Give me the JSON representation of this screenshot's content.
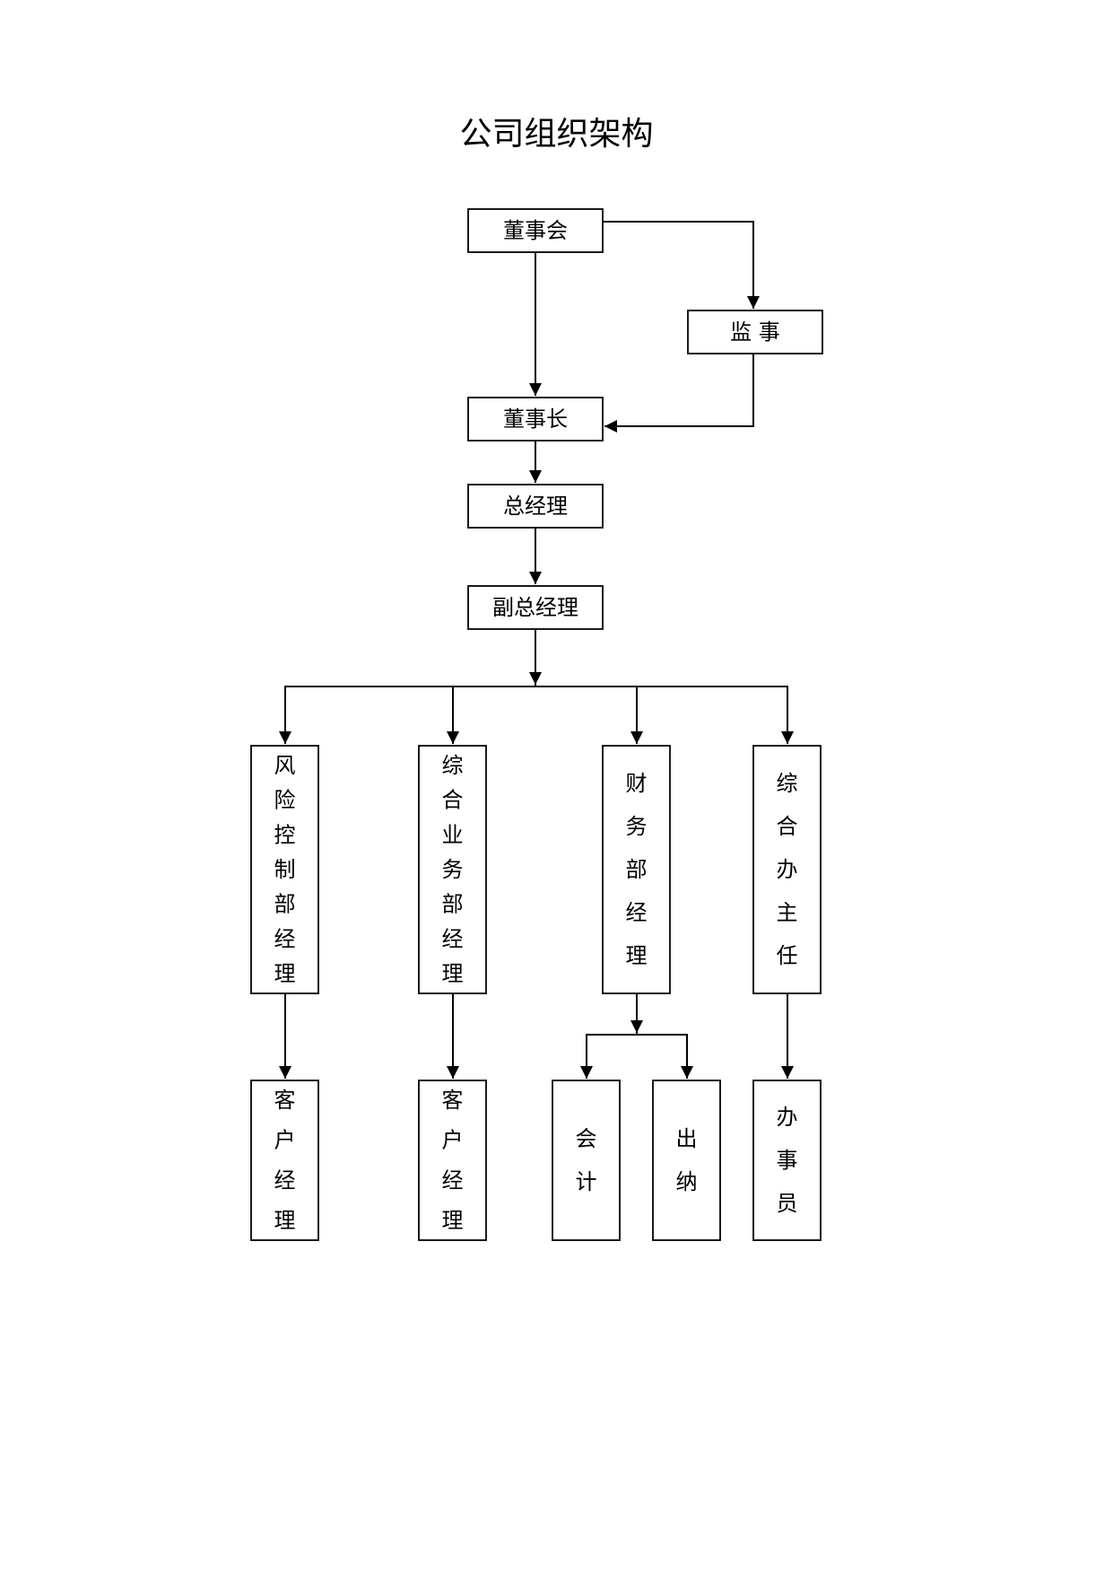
{
  "title": "公司组织架构",
  "nodes": [
    {
      "id": "board",
      "text": "董事会"
    },
    {
      "id": "supervisor",
      "text": "监  事"
    },
    {
      "id": "chairman",
      "text": "董事长"
    },
    {
      "id": "gm",
      "text": "总经理"
    },
    {
      "id": "deputy-gm",
      "text": "副总经理"
    },
    {
      "id": "risk-mgr",
      "text": "风险控制部经理"
    },
    {
      "id": "biz-mgr",
      "text": "综合业务部经理"
    },
    {
      "id": "fin-mgr",
      "text": "财务部经理"
    },
    {
      "id": "office-dir",
      "text": "综合办主任"
    },
    {
      "id": "cust-mgr-1",
      "text": "客户经理"
    },
    {
      "id": "cust-mgr-2",
      "text": "客户经理"
    },
    {
      "id": "accountant",
      "text": "会计"
    },
    {
      "id": "cashier",
      "text": "出纳"
    },
    {
      "id": "clerk",
      "text": "办事员"
    }
  ],
  "edges": [
    [
      "board",
      "supervisor"
    ],
    [
      "board",
      "chairman"
    ],
    [
      "supervisor",
      "chairman"
    ],
    [
      "chairman",
      "gm"
    ],
    [
      "gm",
      "deputy-gm"
    ],
    [
      "deputy-gm",
      "risk-mgr"
    ],
    [
      "deputy-gm",
      "biz-mgr"
    ],
    [
      "deputy-gm",
      "fin-mgr"
    ],
    [
      "deputy-gm",
      "office-dir"
    ],
    [
      "risk-mgr",
      "cust-mgr-1"
    ],
    [
      "biz-mgr",
      "cust-mgr-2"
    ],
    [
      "fin-mgr",
      "accountant"
    ],
    [
      "fin-mgr",
      "cashier"
    ],
    [
      "office-dir",
      "clerk"
    ]
  ]
}
